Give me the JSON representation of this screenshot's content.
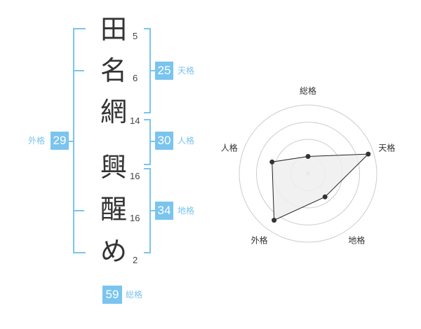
{
  "characters": [
    {
      "char": "田",
      "strokes": "5"
    },
    {
      "char": "名",
      "strokes": "6"
    },
    {
      "char": "網",
      "strokes": "14"
    },
    {
      "char": "興",
      "strokes": "16"
    },
    {
      "char": "醒",
      "strokes": "16"
    },
    {
      "char": "め",
      "strokes": "2"
    }
  ],
  "fortunes": {
    "tenkaku": {
      "value": "25",
      "label": "天格"
    },
    "jinkaku": {
      "value": "30",
      "label": "人格"
    },
    "chikaku": {
      "value": "34",
      "label": "地格"
    },
    "gaikaku": {
      "value": "29",
      "label": "外格"
    },
    "soukaku": {
      "value": "59",
      "label": "総格"
    }
  },
  "colors": {
    "accent": "#7ac4ee",
    "text": "#333333"
  },
  "chart_data": {
    "type": "radar",
    "axes": [
      "総格",
      "天格",
      "地格",
      "外格",
      "人格"
    ],
    "values": [
      0.25,
      0.92,
      0.42,
      0.84,
      0.55
    ],
    "range": [
      0,
      1
    ],
    "rings": 4
  }
}
